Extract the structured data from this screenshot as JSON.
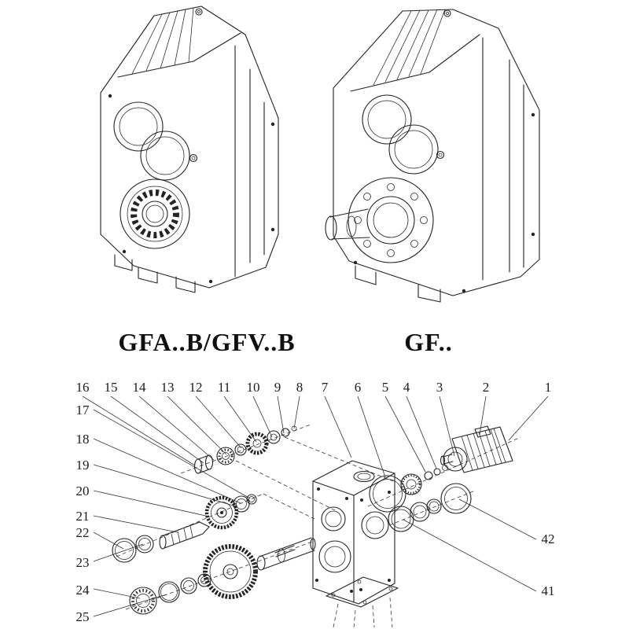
{
  "titles": {
    "left_model": "GFA..B/GFV..B",
    "right_model": "GF.."
  },
  "callouts": {
    "top": [
      "16",
      "15",
      "14",
      "13",
      "12",
      "11",
      "10",
      "9",
      "8",
      "7",
      "6",
      "5",
      "4",
      "3",
      "2",
      "1"
    ],
    "left": [
      "17",
      "18",
      "19",
      "20",
      "21",
      "22",
      "23",
      "24",
      "25"
    ],
    "right": [
      "42",
      "41"
    ]
  },
  "colors": {
    "ink": "#242424",
    "paper": "#ffffff"
  }
}
